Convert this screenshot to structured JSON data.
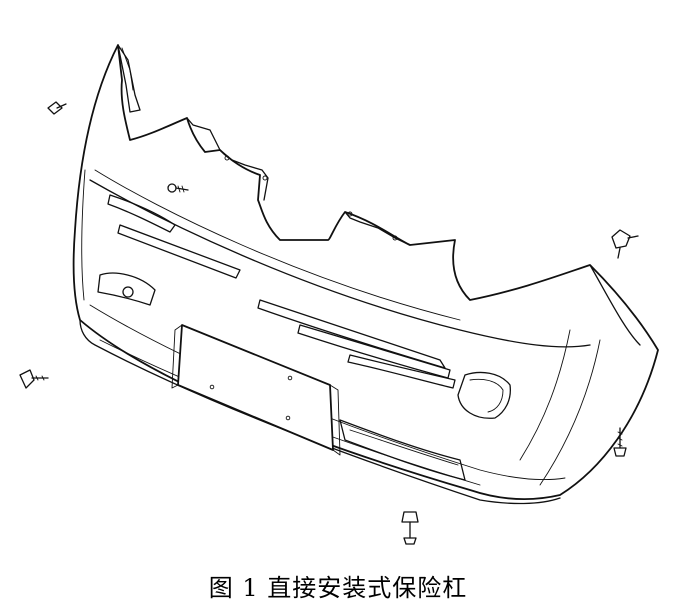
{
  "figure": {
    "caption": "图 1 直接安装式保险杠"
  },
  "parts": [
    {
      "name": "bumper-cover"
    },
    {
      "name": "license-plate-bracket"
    },
    {
      "name": "screw"
    },
    {
      "name": "clip"
    },
    {
      "name": "bolt"
    }
  ]
}
